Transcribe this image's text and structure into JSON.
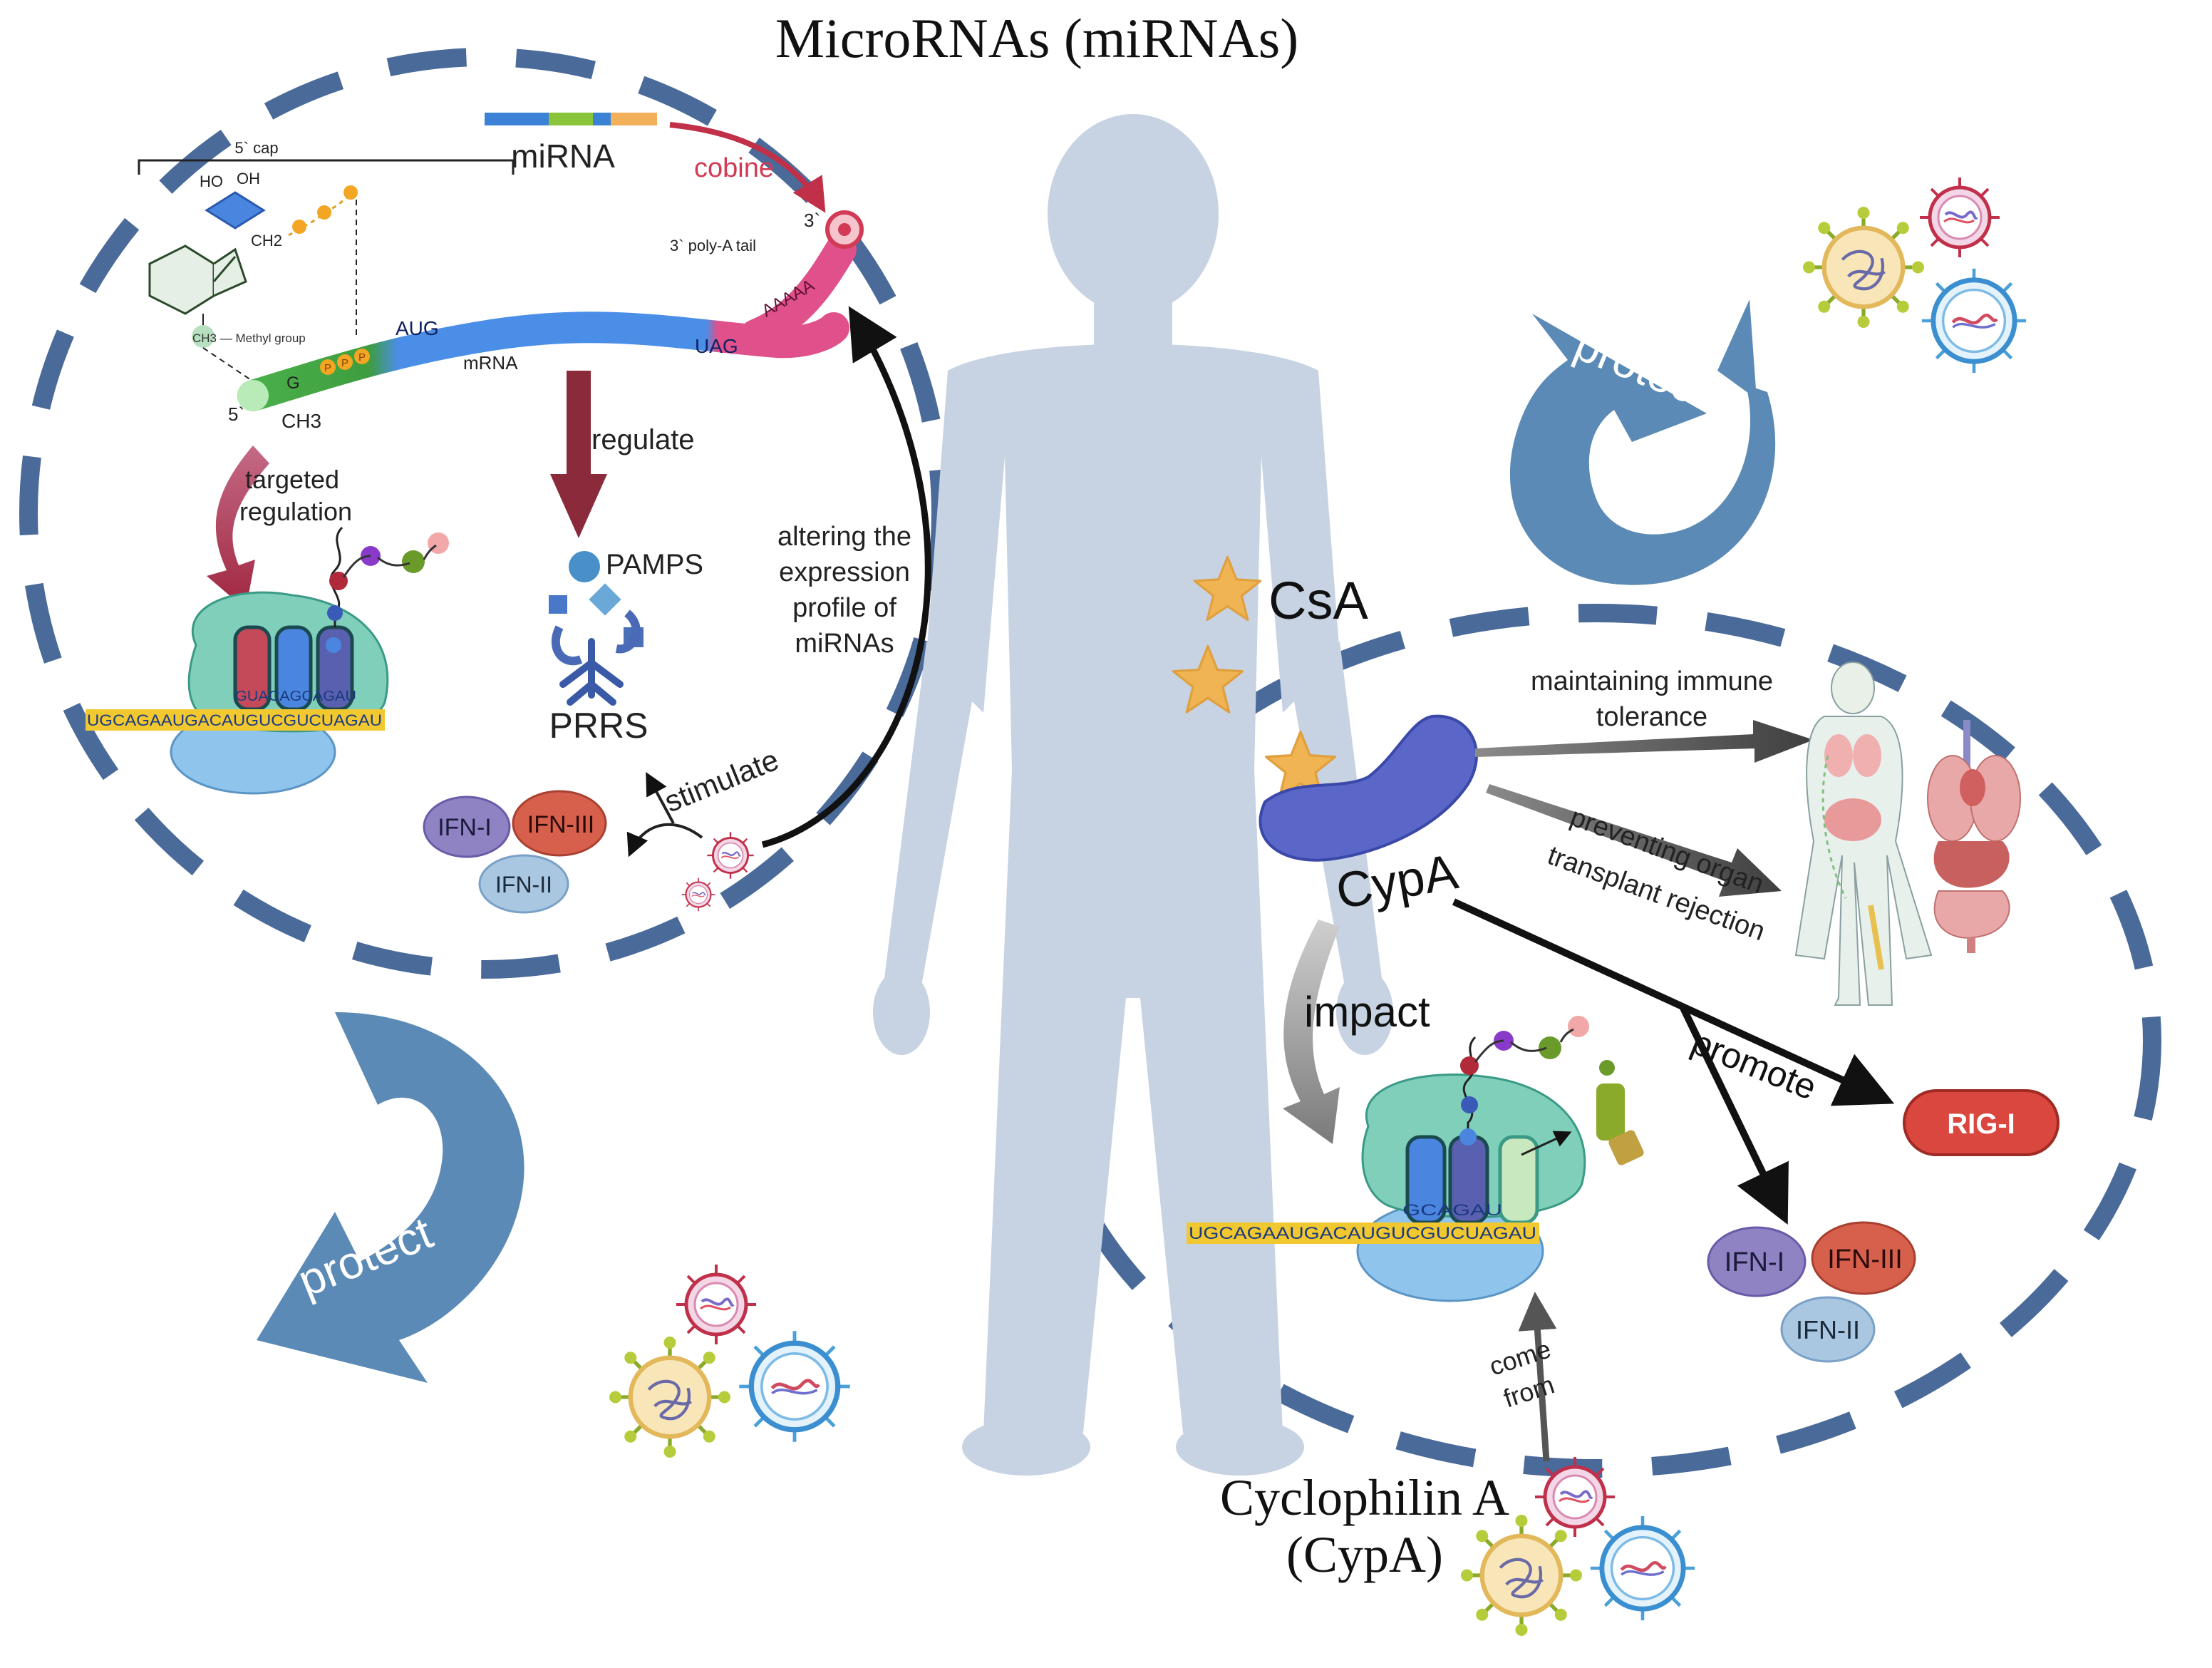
{
  "titles": {
    "mirna": "MicroRNAs (miRNAs)",
    "cypa_line1": "Cyclophilin A",
    "cypa_line2": "(CypA)"
  },
  "mrna_diagram": {
    "cap": "5` cap",
    "ho": "HO",
    "oh": "OH",
    "ch2": "CH2",
    "methyl": "CH3 — Methyl group",
    "g": "G",
    "ch3": "CH3",
    "five_prime": "5`",
    "three_prime": "3`",
    "poly_a": "3` poly-A tail",
    "aaaaa": "AAAAA",
    "aug": "AUG",
    "uag": "UAG",
    "mrna": "mRNA",
    "p": "P"
  },
  "labels": {
    "mirna": "miRNA",
    "cobine": "cobine",
    "regulate": "regulate",
    "targeted_regulation_1": "targeted",
    "targeted_regulation_2": "regulation",
    "pamps": "PAMPS",
    "prrs": "PRRS",
    "altering_1": "altering the",
    "altering_2": "expression",
    "altering_3": "profile of",
    "altering_4": "miRNAs",
    "stimulate": "stimulate",
    "protect": "protect",
    "csa": "CsA",
    "cypa": "CypA",
    "maintaining_1": "maintaining immune",
    "maintaining_2": "tolerance",
    "preventing_1": "preventing organ",
    "preventing_2": "transplant rejection",
    "impact": "impact",
    "promote": "promote",
    "rig_i": "RIG-I",
    "come": "come",
    "from": "from",
    "ifn1": "IFN-I",
    "ifn3": "IFN-III",
    "ifn2": "IFN-II"
  },
  "sequences": {
    "left_mrna": "UGCAGAAUGACAUGUCGUCUAGAU",
    "left_trna": "GUACAGCAGAU",
    "right_mrna": "UGCAGAAUGACAUGUCGUCUAGAU",
    "right_trna": "GCAGAU"
  },
  "colors": {
    "dashed_circle": "#4a6a99",
    "protect_arrow": "#5a8ab5",
    "silhouette": "#c7d3e3",
    "regulate_arrow": "#8b2a3a",
    "cobine": "#d23a55",
    "rig_i": "#d9473f",
    "cypa_protein": "#5a66c8",
    "star": "#f0b452",
    "ifn1": "#8f83c4",
    "ifn3": "#d7604c",
    "ifn2": "#a9c7e0"
  }
}
